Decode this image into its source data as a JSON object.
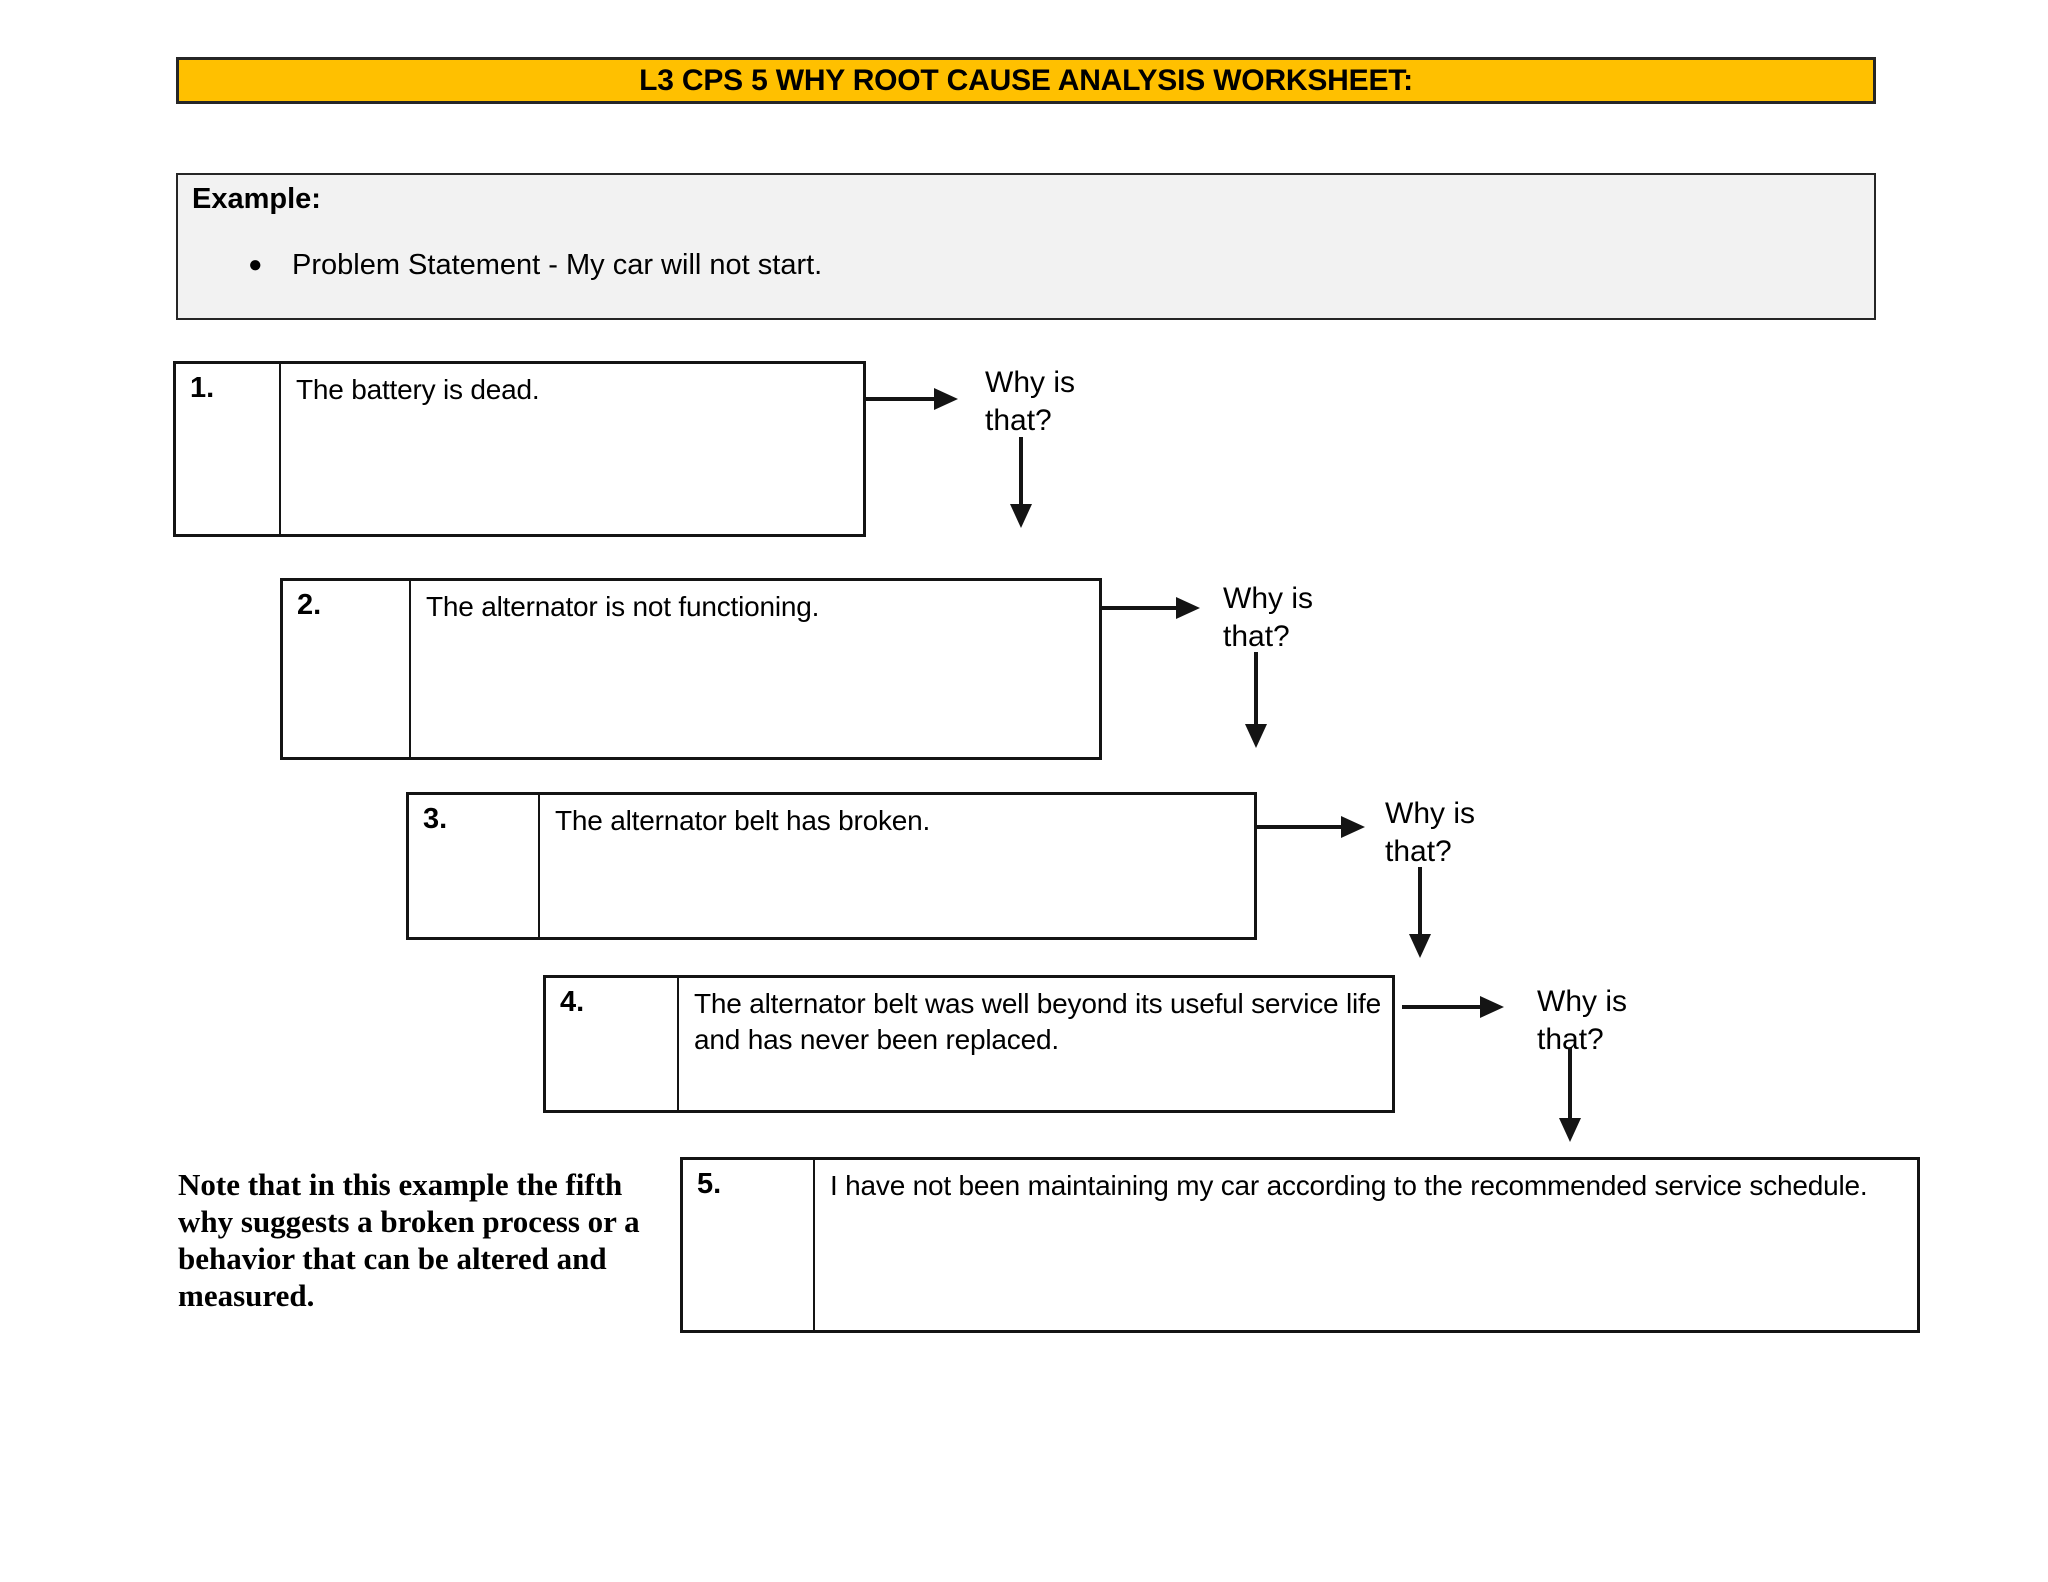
{
  "title": "L3 CPS 5 WHY ROOT CAUSE ANALYSIS WORKSHEET:",
  "example": {
    "heading": "Example:",
    "bullet_char": "●",
    "bullet_text": "Problem Statement - My car will not start."
  },
  "why_prompt": {
    "lines": [
      "Why is",
      "that?"
    ]
  },
  "steps": [
    {
      "num": "1.",
      "lines": [
        "The battery is dead."
      ]
    },
    {
      "num": "2.",
      "lines": [
        "The alternator is not functioning."
      ]
    },
    {
      "num": "3.",
      "lines": [
        "The alternator belt has broken."
      ]
    },
    {
      "num": "4.",
      "lines": [
        "The alternator belt was well beyond its useful service life",
        "and has never been replaced."
      ]
    },
    {
      "num": "5.",
      "lines": [
        "I have not been maintaining my car according to the recommended service schedule."
      ]
    }
  ],
  "note": {
    "lines": [
      "Note that in this example the fifth",
      "why suggests a broken process or a",
      "behavior that can be altered and",
      "measured."
    ]
  },
  "colors": {
    "banner_bg": "#FFC000",
    "banner_border": "#262626",
    "example_bg": "#F2F2F2",
    "box_border": "#141414",
    "arrow_color": "#141414"
  }
}
